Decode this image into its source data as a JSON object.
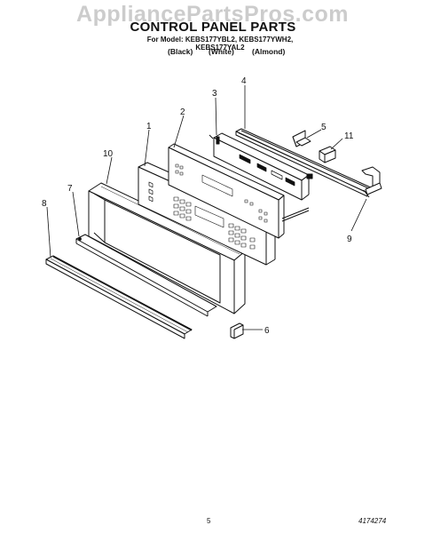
{
  "watermark": "AppliancePartsPros.com",
  "title": "CONTROL PANEL PARTS",
  "models": "For Model: KEBS177YBL2, KEBS177YWH2, KEBS177YAL2",
  "colors": [
    "(Black)",
    "(White)",
    "(Almond)"
  ],
  "callouts": [
    "1",
    "2",
    "3",
    "4",
    "5",
    "6",
    "7",
    "8",
    "9",
    "10",
    "11"
  ],
  "footer": {
    "page": "5",
    "doc_number": "4174274"
  }
}
